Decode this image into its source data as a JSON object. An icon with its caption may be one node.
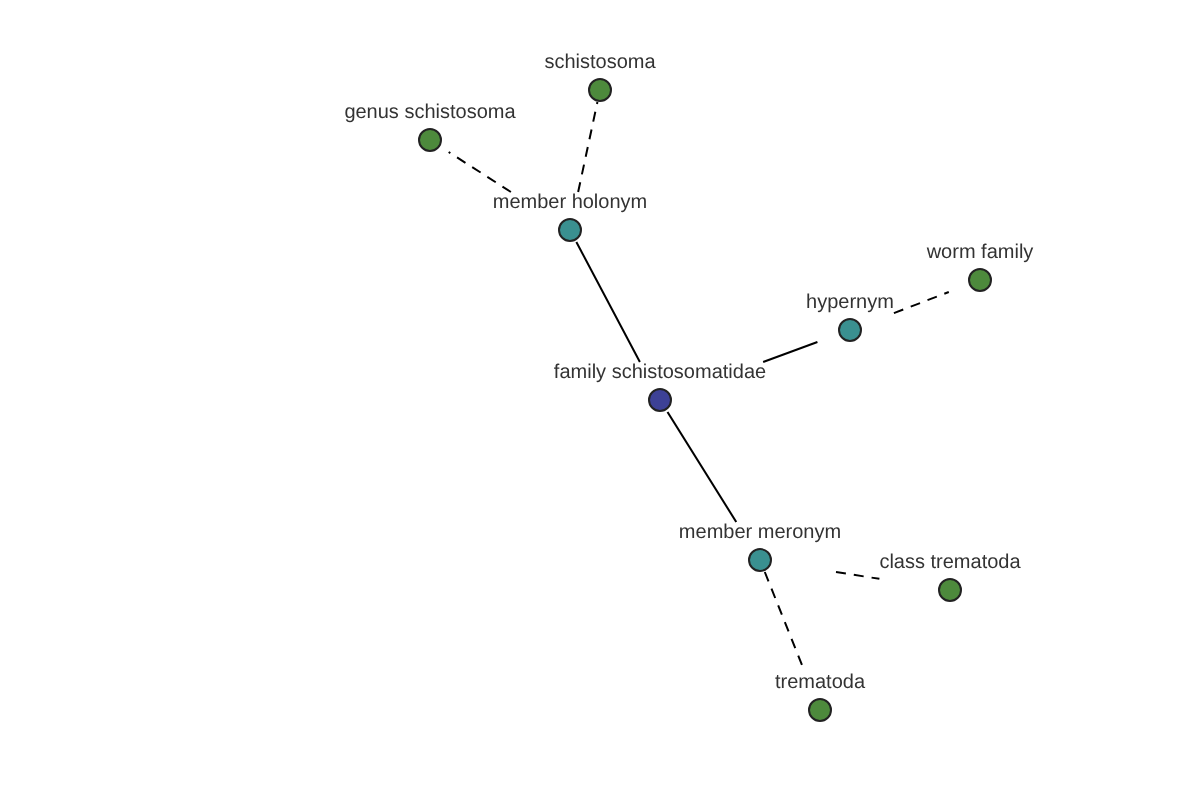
{
  "diagram": {
    "nodes": [
      {
        "text": [
          "family schistosomatidae"
        ]
      },
      {
        "text": [
          "member holonym"
        ]
      },
      {
        "text": [
          "hypernym"
        ]
      },
      {
        "text": [
          "member meronym"
        ]
      },
      {
        "text": [
          "schistosoma"
        ]
      },
      {
        "text": [
          "genus schistosoma"
        ]
      },
      {
        "text": [
          "worm family"
        ]
      },
      {
        "text": [
          "class trematoda"
        ]
      },
      {
        "text": [
          "trematoda"
        ]
      }
    ],
    "edges": [
      {
        "from": 0,
        "to": 1,
        "arrow": "none"
      },
      {
        "from": 0,
        "to": 2,
        "arrow": "none"
      },
      {
        "from": 0,
        "to": 3,
        "arrow": "none"
      },
      {
        "from": 1,
        "to": 4,
        "arrow": "none",
        "style": "dashed"
      },
      {
        "from": 1,
        "to": 5,
        "arrow": "none",
        "style": "dashed"
      },
      {
        "from": 2,
        "to": 6,
        "arrow": "none",
        "style": "dashed"
      },
      {
        "from": 3,
        "to": 7,
        "arrow": "none",
        "style": "dashed"
      },
      {
        "from": 3,
        "to": 8,
        "arrow": "none",
        "style": "dashed"
      }
    ]
  }
}
